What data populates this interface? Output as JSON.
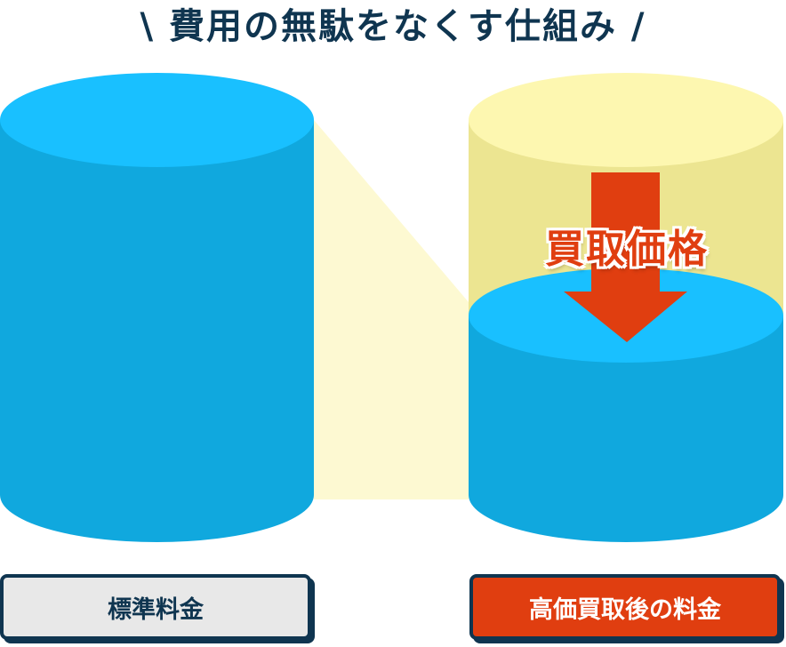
{
  "title": "\\ 費用の無駄をなくす仕組み /",
  "diagram": {
    "arrow_label": "買取価格",
    "left_label": "標準料金",
    "right_label": "高価買取後の料金"
  },
  "colors": {
    "cylinder_top": "#19c0ff",
    "cylinder_body": "#10a8de",
    "yellow_top": "#fdf7b0",
    "yellow_body": "#ece591",
    "connector": "#fdf9d2",
    "arrow": "#e03e10",
    "navy": "#0f3550"
  }
}
